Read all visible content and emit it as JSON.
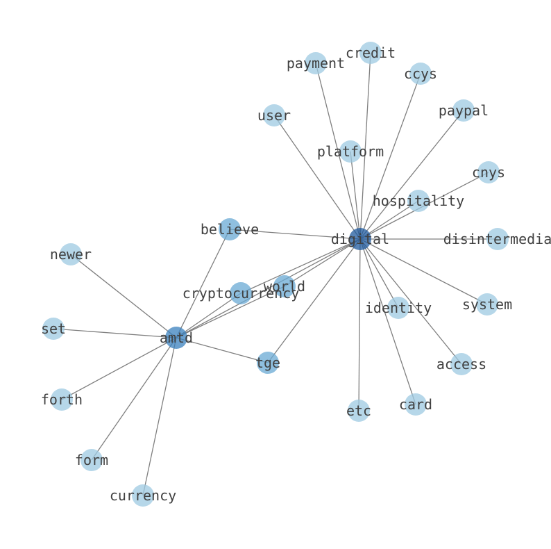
{
  "graph": {
    "colors": {
      "edge": "#7f7f7f",
      "hub_strong": "#1f5a9e",
      "hub_mid": "#3a80bd",
      "medium": "#6aaad4",
      "leaf": "#9ecae1",
      "label": "#404040"
    },
    "nodes": [
      {
        "id": "digital",
        "label": "digital",
        "tone": "hub_strong"
      },
      {
        "id": "amtd",
        "label": "amtd",
        "tone": "hub_mid"
      },
      {
        "id": "credit",
        "label": "credit",
        "tone": "leaf"
      },
      {
        "id": "payment",
        "label": "payment",
        "tone": "leaf"
      },
      {
        "id": "ccys",
        "label": "ccys",
        "tone": "leaf"
      },
      {
        "id": "paypal",
        "label": "paypal",
        "tone": "leaf"
      },
      {
        "id": "user",
        "label": "user",
        "tone": "leaf"
      },
      {
        "id": "platform",
        "label": "platform",
        "tone": "leaf"
      },
      {
        "id": "cnys",
        "label": "cnys",
        "tone": "leaf"
      },
      {
        "id": "hospitality",
        "label": "hospitality",
        "tone": "leaf"
      },
      {
        "id": "believe",
        "label": "believe",
        "tone": "medium"
      },
      {
        "id": "disintermedia",
        "label": "disintermedia",
        "tone": "leaf"
      },
      {
        "id": "newer",
        "label": "newer",
        "tone": "leaf"
      },
      {
        "id": "world",
        "label": "world",
        "tone": "medium"
      },
      {
        "id": "cryptocurrency",
        "label": "cryptocurrency",
        "tone": "medium"
      },
      {
        "id": "identity",
        "label": "identity",
        "tone": "leaf"
      },
      {
        "id": "system",
        "label": "system",
        "tone": "leaf"
      },
      {
        "id": "set",
        "label": "set",
        "tone": "leaf"
      },
      {
        "id": "tge",
        "label": "tge",
        "tone": "medium"
      },
      {
        "id": "access",
        "label": "access",
        "tone": "leaf"
      },
      {
        "id": "forth",
        "label": "forth",
        "tone": "leaf"
      },
      {
        "id": "card",
        "label": "card",
        "tone": "leaf"
      },
      {
        "id": "etc",
        "label": "etc",
        "tone": "leaf"
      },
      {
        "id": "form",
        "label": "form",
        "tone": "leaf"
      },
      {
        "id": "currency",
        "label": "currency",
        "tone": "leaf"
      }
    ],
    "edges": [
      [
        "digital",
        "credit"
      ],
      [
        "digital",
        "payment"
      ],
      [
        "digital",
        "ccys"
      ],
      [
        "digital",
        "paypal"
      ],
      [
        "digital",
        "user"
      ],
      [
        "digital",
        "platform"
      ],
      [
        "digital",
        "cnys"
      ],
      [
        "digital",
        "hospitality"
      ],
      [
        "digital",
        "believe"
      ],
      [
        "digital",
        "disintermedia"
      ],
      [
        "digital",
        "world"
      ],
      [
        "digital",
        "cryptocurrency"
      ],
      [
        "digital",
        "identity"
      ],
      [
        "digital",
        "system"
      ],
      [
        "digital",
        "tge"
      ],
      [
        "digital",
        "access"
      ],
      [
        "digital",
        "card"
      ],
      [
        "digital",
        "etc"
      ],
      [
        "digital",
        "amtd"
      ],
      [
        "amtd",
        "believe"
      ],
      [
        "amtd",
        "newer"
      ],
      [
        "amtd",
        "set"
      ],
      [
        "amtd",
        "forth"
      ],
      [
        "amtd",
        "form"
      ],
      [
        "amtd",
        "currency"
      ],
      [
        "amtd",
        "tge"
      ],
      [
        "amtd",
        "world"
      ],
      [
        "amtd",
        "cryptocurrency"
      ]
    ]
  }
}
